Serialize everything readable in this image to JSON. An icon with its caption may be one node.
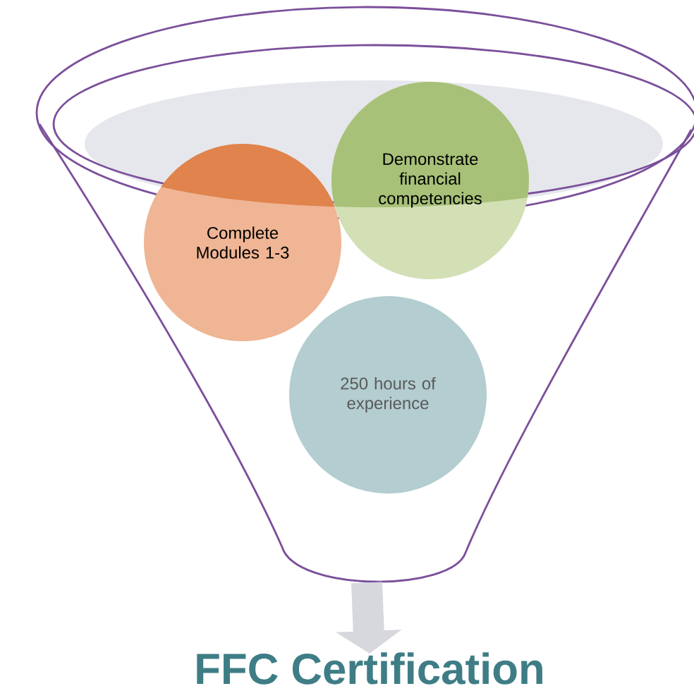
{
  "diagram": {
    "nodes": [
      {
        "text": [],
        "shape": "funnel"
      },
      {
        "text": [
          "Complete Modules 1-3"
        ],
        "in": 0
      },
      {
        "text": [
          "Demonstrate financial competencies"
        ],
        "in": 0
      },
      {
        "text": [
          "250 hours of experience"
        ],
        "in": 0
      },
      {
        "text": [
          "FFC Certification"
        ]
      }
    ],
    "edges": [
      {
        "from": 0,
        "to": 4,
        "arrow": "to"
      }
    ]
  }
}
